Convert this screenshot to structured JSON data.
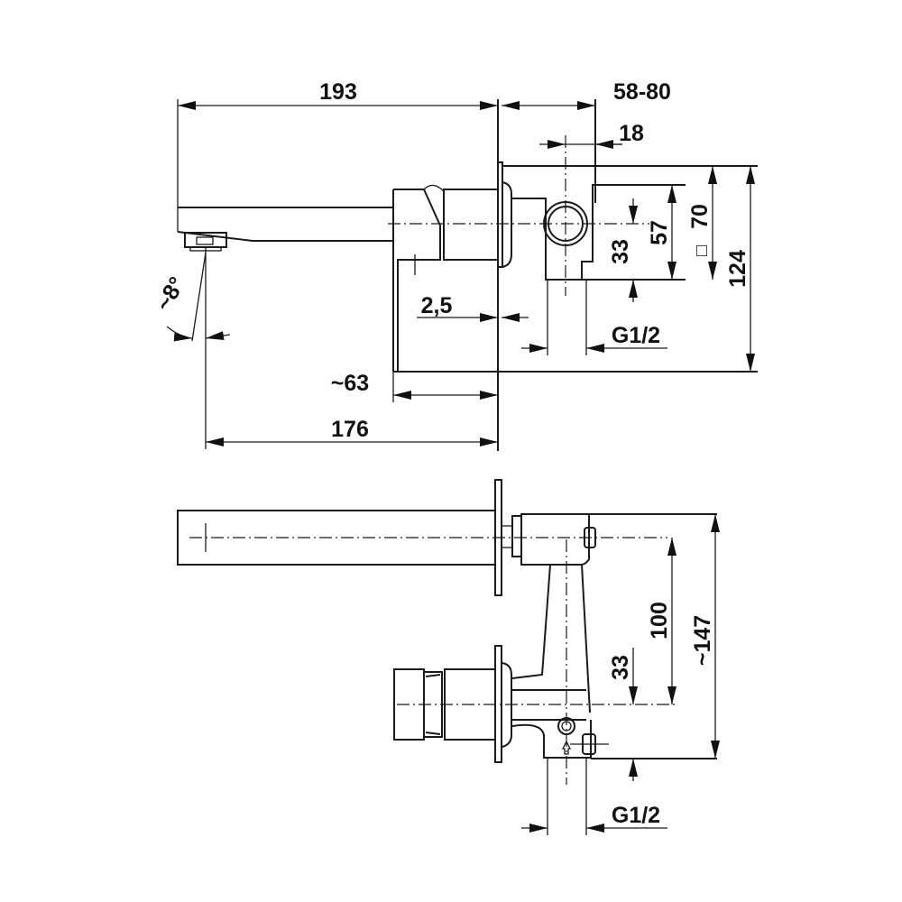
{
  "colors": {
    "line": "#1a1a1a",
    "background": "#ffffff"
  },
  "top_view": {
    "dimensions": {
      "spout_length": "193",
      "wall_depth": "58-80",
      "axis_offset": "18",
      "square_size": "70",
      "square_symbol": "□",
      "body_height": "57",
      "center_height": "33",
      "total_height": "124",
      "plate_thickness": "2,5",
      "connection": "G1/2",
      "handle_depth": "~63",
      "reach": "176",
      "angle": "~8°"
    }
  },
  "bottom_view": {
    "dimensions": {
      "axis_distance": "100",
      "total_height": "~147",
      "center_height": "33",
      "connection": "G1/2"
    }
  }
}
